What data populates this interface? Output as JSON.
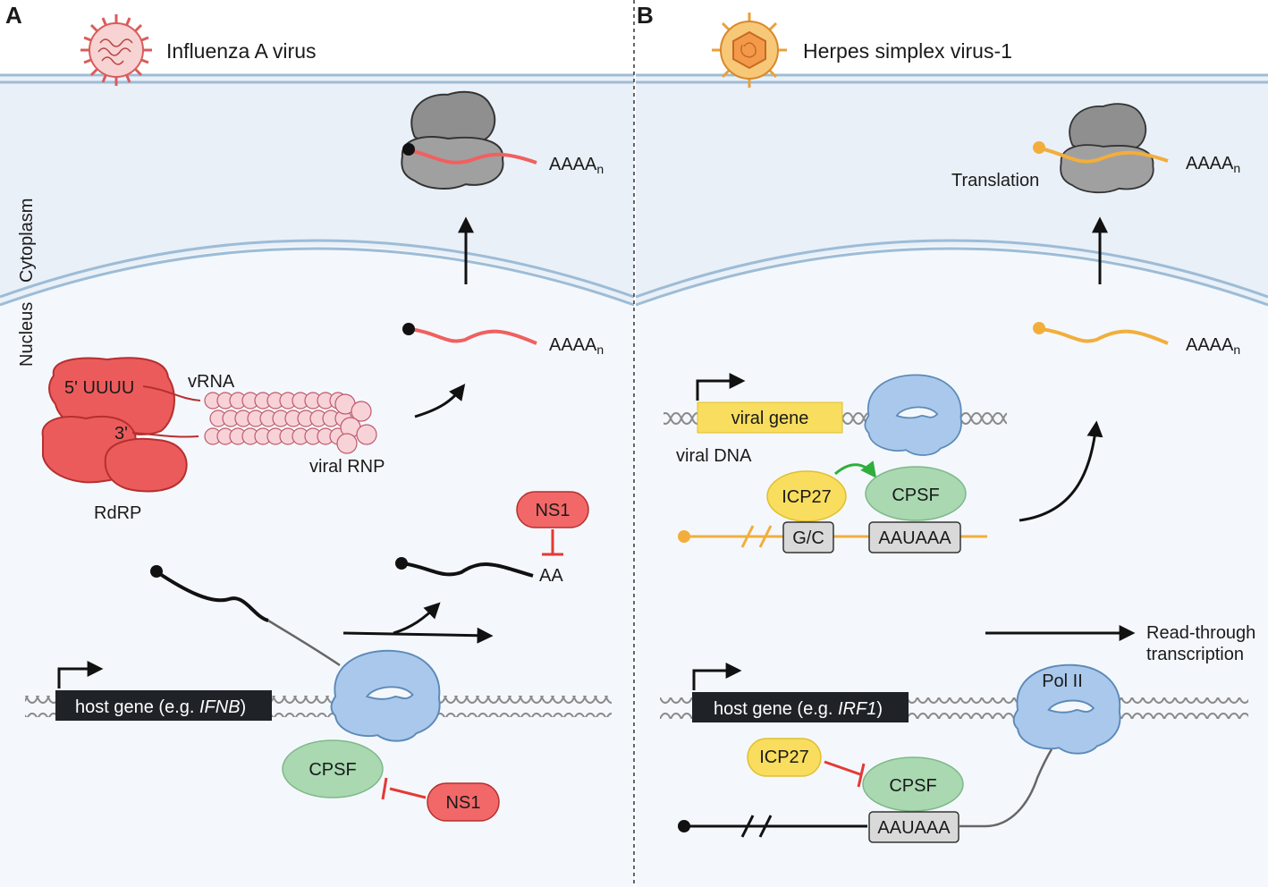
{
  "panels": {
    "a": {
      "letter": "A",
      "virus_name": "Influenza A virus",
      "compartments": {
        "cytoplasm": "Cytoplasm",
        "nucleus": "Nucleus"
      },
      "polymerase": {
        "five_prime": "5' UUUU",
        "three_prime": "3'",
        "vrna": "vRNA",
        "rnp": "viral RNP",
        "name": "RdRP"
      },
      "poly_a_top": "AAAA",
      "poly_a_mid": "AAAA",
      "poly_a_sub": "n",
      "ns1_top": "NS1",
      "short_tail": "AA",
      "host_gene": "host gene (e.g. ",
      "host_gene_italic": "IFNB",
      "host_gene_close": ")",
      "cpsf": "CPSF",
      "ns1_bottom": "NS1"
    },
    "b": {
      "letter": "B",
      "virus_name": "Herpes simplex virus-1",
      "translation": "Translation",
      "poly_a_top": "AAAA",
      "poly_a_mid": "AAAA",
      "poly_a_sub": "n",
      "viral_gene": "viral gene",
      "viral_dna": "viral DNA",
      "icp27_top": "ICP27",
      "cpsf_top": "CPSF",
      "gc_box": "G/C",
      "signal_top": "AAUAAA",
      "readthrough_1": "Read-through",
      "readthrough_2": "transcription",
      "host_gene": "host gene (e.g. ",
      "host_gene_italic": "IRF1",
      "host_gene_close": ")",
      "pol2": "Pol II",
      "icp27_bottom": "ICP27",
      "cpsf_bottom": "CPSF",
      "signal_bottom": "AAUAAA"
    }
  },
  "colors": {
    "cytoplasm_bg": "#e9f0f8",
    "nucleus_bg": "#f4f8fc",
    "membrane": "#9dbcd6",
    "pol2_blue": "#a9c8ec",
    "cpsf_green": "#a9d8b1",
    "ns1_red": "#f26868",
    "rdrp_red": "#ec5b5b",
    "icp27_yellow": "#f9dd5e",
    "flu_mrna": "#f06060",
    "hsv_mrna": "#f2ae3c",
    "ribosome_gray": "#999999",
    "inhibit_red": "#e53935",
    "activate_green": "#2fae3b"
  },
  "icons": [
    "influenza-virus-icon",
    "herpes-virus-icon",
    "ribosome-icon",
    "pol2-icon",
    "dna-helix-icon"
  ]
}
